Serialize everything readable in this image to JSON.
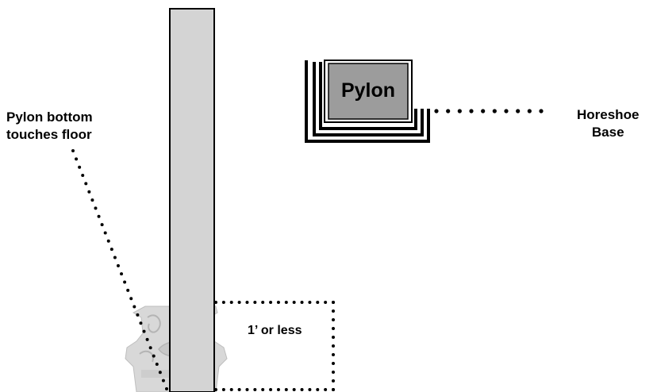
{
  "labels": {
    "pylon_bottom_line1": "Pylon bottom",
    "pylon_bottom_line2": "touches floor",
    "horseshoe_line1": "Horeshoe",
    "horseshoe_line2": "Base",
    "pylon": "Pylon",
    "height_note": "1’ or less"
  },
  "colors": {
    "pylon_fill": "#d4d4d4",
    "pylon_box_fill": "#9c9c9c",
    "pedestal_fill": "#b9b9b9",
    "stroke": "#000000"
  },
  "icons": {
    "pedestal": "decorative-pedestal-base-icon"
  }
}
